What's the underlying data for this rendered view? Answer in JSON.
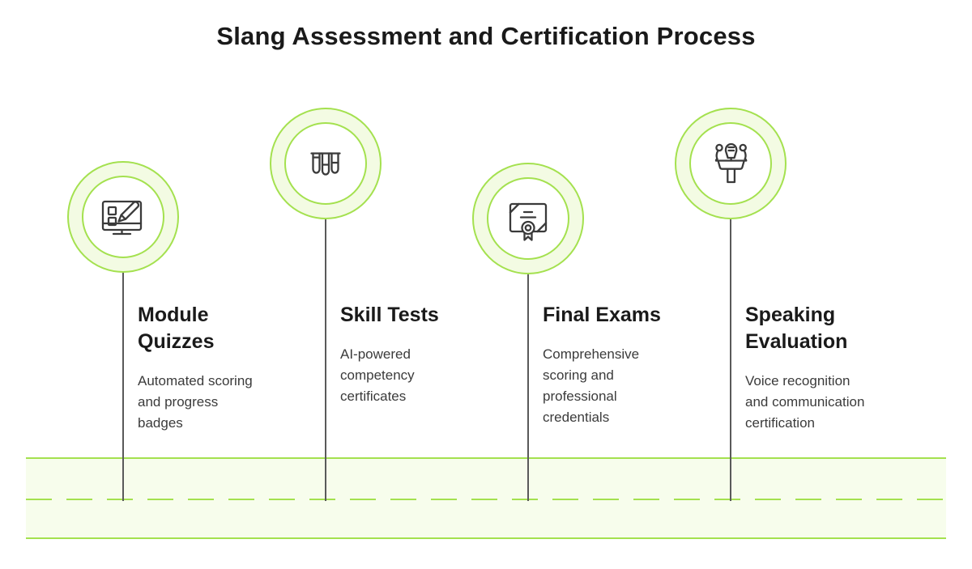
{
  "title": "Slang Assessment and Certification Process",
  "theme": {
    "accent_green": "#a4e14f",
    "ring_fill": "#f3fbe3",
    "road_fill": "#f7fdec",
    "stem_color": "#5a5a5a",
    "icon_stroke": "#3a3a3a",
    "heading_color": "#1a1a1a",
    "body_color": "#3b3b3b"
  },
  "milestones": [
    {
      "icon": "computer-quiz-pencil-icon",
      "title": "Module\nQuizzes",
      "description": "Automated scoring\nand progress\nbadges"
    },
    {
      "icon": "test-tubes-icon",
      "title": "Skill Tests",
      "description": "AI-powered\ncompetency\ncertificates"
    },
    {
      "icon": "certificate-icon",
      "title": "Final Exams",
      "description": "Comprehensive\nscoring and\nprofessional\ncredentials"
    },
    {
      "icon": "podium-microphone-icon",
      "title": "Speaking\nEvaluation",
      "description": "Voice recognition\nand communication\ncertification"
    }
  ]
}
